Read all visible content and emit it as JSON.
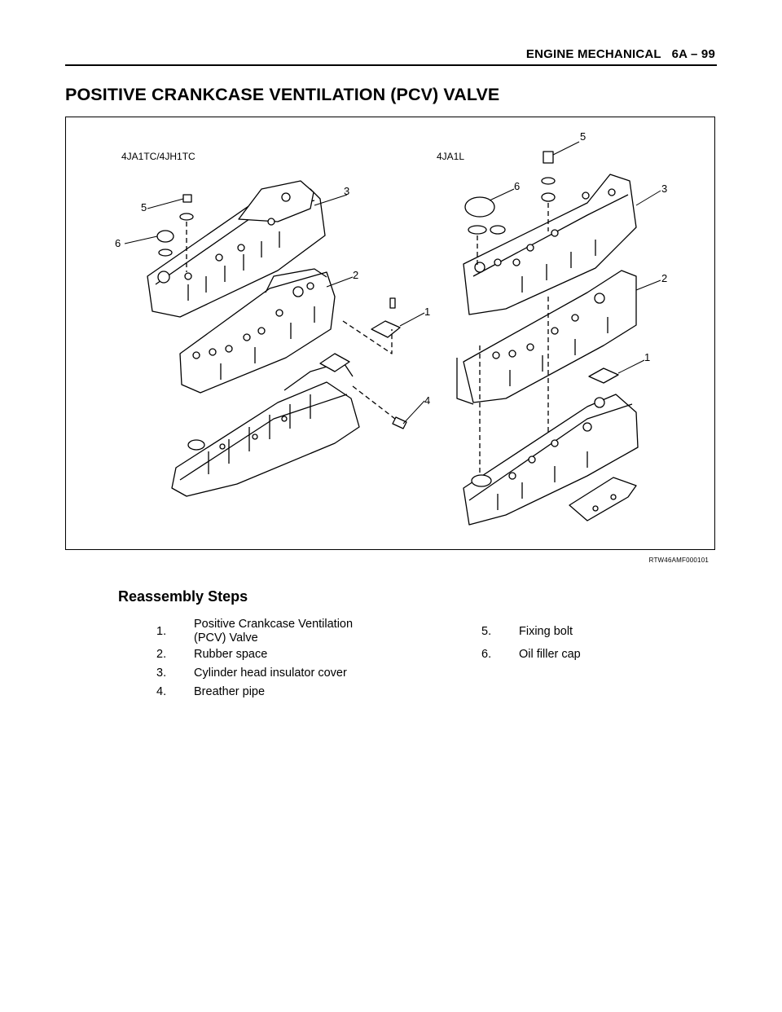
{
  "header": {
    "text": "ENGINE MECHANICAL   6A – 99"
  },
  "page_title": "POSITIVE CRANKCASE VENTILATION (PCV) VALVE",
  "figure": {
    "left_model": "4JA1TC/4JH1TC",
    "right_model": "4JA1L",
    "callouts_left": [
      "1",
      "2",
      "3",
      "4",
      "5",
      "6"
    ],
    "callouts_right": [
      "1",
      "2",
      "3",
      "5",
      "6"
    ],
    "code": "RTW46AMF000101"
  },
  "reassembly": {
    "title": "Reassembly Steps",
    "steps": [
      {
        "num": "1.",
        "text": "Positive Crankcase Ventilation (PCV) Valve"
      },
      {
        "num": "2.",
        "text": "Rubber space"
      },
      {
        "num": "3.",
        "text": "Cylinder head insulator cover"
      },
      {
        "num": "4.",
        "text": "Breather pipe"
      },
      {
        "num": "5.",
        "text": "Fixing bolt"
      },
      {
        "num": "6.",
        "text": "Oil filler cap"
      }
    ]
  }
}
